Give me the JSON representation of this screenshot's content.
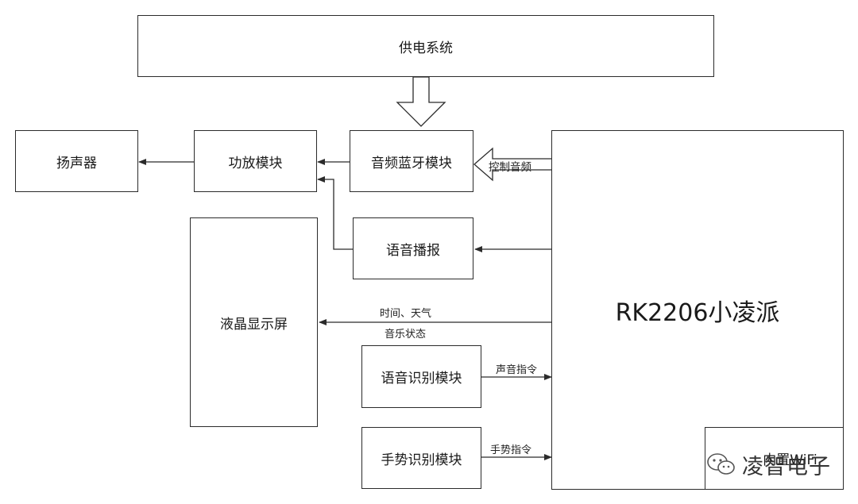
{
  "nodes": {
    "power": "供电系统",
    "speaker": "扬声器",
    "amp": "功放模块",
    "bt_audio": "音频蓝牙模块",
    "voice_broadcast": "语音播报",
    "lcd": "液晶显示屏",
    "voice_recog": "语音识别模块",
    "gesture_recog": "手势识别模块",
    "main_board": "RK2206小凌派",
    "wifi": "内置WiFi"
  },
  "edges": {
    "control_audio": "控制音频",
    "lcd_info_line1": "时间、天气",
    "lcd_info_line2": "音乐状态",
    "voice_cmd": "声音指令",
    "gesture_cmd": "手势指令"
  },
  "watermark": {
    "text": "凌智电子"
  }
}
